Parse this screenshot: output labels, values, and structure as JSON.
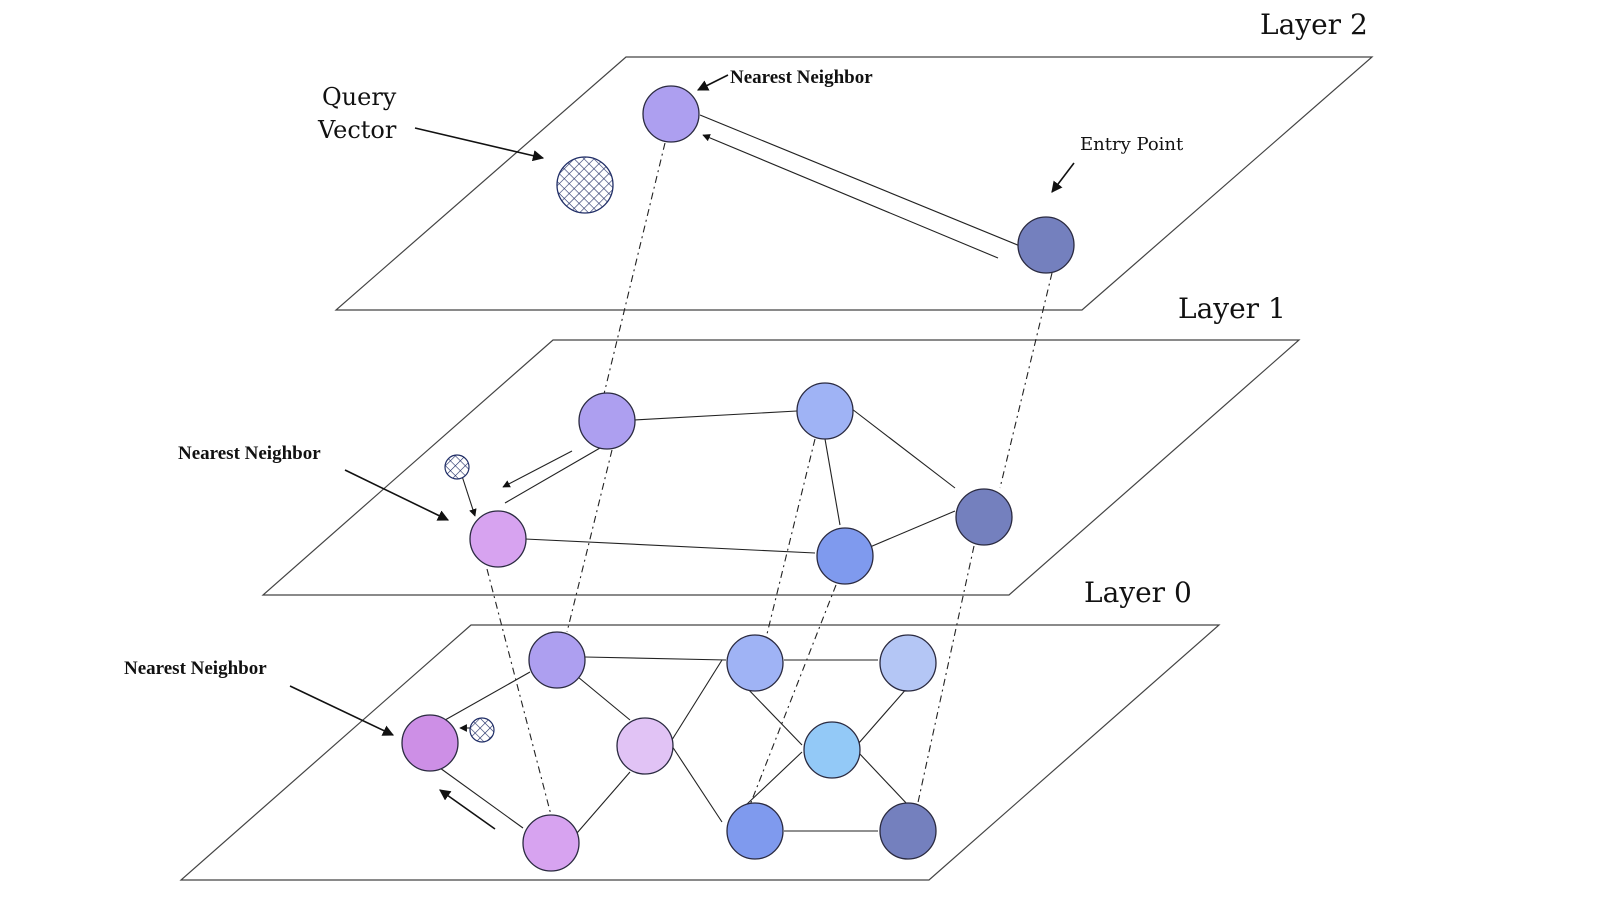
{
  "title": "HNSW layered graph search",
  "layers": [
    {
      "id": "layer2",
      "label": "Layer 2"
    },
    {
      "id": "layer1",
      "label": "Layer 1"
    },
    {
      "id": "layer0",
      "label": "Layer 0"
    }
  ],
  "labels": {
    "query_vector_line1": "Query",
    "query_vector_line2": "Vector",
    "entry_point": "Entry Point",
    "nearest_neighbor_l2": "Nearest Neighbor",
    "nearest_neighbor_l1": "Nearest Neighbor",
    "nearest_neighbor_l0": "Nearest Neighbor"
  },
  "colors": {
    "violet": "#ad9ff0",
    "periwinkle_light": "#9fb3f5",
    "periwinkle": "#7f9aee",
    "slate_blue": "#7480be",
    "pink_violet": "#d7a3f0",
    "orchid": "#cd8fe6",
    "lavender": "#e1c3f5",
    "pale_blue": "#b4c6f5",
    "sky": "#93c9f7",
    "query_hatch": "#1f2d66"
  }
}
